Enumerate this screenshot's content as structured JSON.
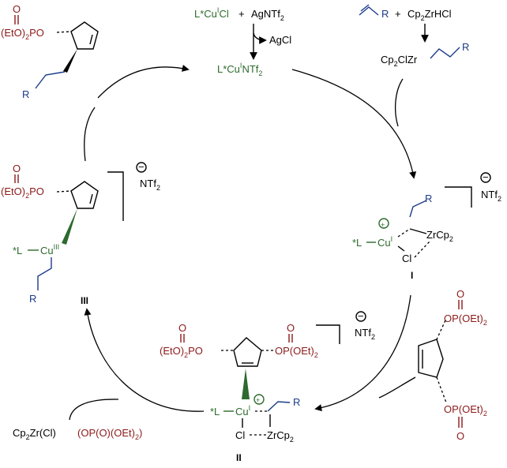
{
  "reagents": {
    "cu_catalyst_prefix": "L*Cu",
    "cu_catalyst_ox": "I",
    "cu_catalyst_suffix": "Cl",
    "plus": "+",
    "silver_salt": "AgNTf",
    "silver_salt_sub": "2",
    "byproduct": "AgCl",
    "active_catalyst_prefix": "L*Cu",
    "active_catalyst_ox": "I",
    "active_catalyst_suffix": "NTf",
    "active_catalyst_sub": "2"
  },
  "hydrozirconation": {
    "alkene_r": "R",
    "plus": "+",
    "schwartz": "Cp",
    "schwartz_sub": "2",
    "schwartz_suffix": "ZrHCl",
    "alkylzirconium_prefix": "Cp",
    "alkylzirconium_sub": "2",
    "alkylzirconium_suffix": "ClZr",
    "alkylzirconium_r": "R"
  },
  "product": {
    "phosphate": "(EtO)",
    "phosphate_sub": "2",
    "phosphate_po": "PO",
    "oxo": "O",
    "r": "R"
  },
  "intermediate_III": {
    "label": "III",
    "phosphate": "(EtO)",
    "phosphate_sub": "2",
    "phosphate_po": "PO",
    "oxo": "O",
    "ligand": "*L",
    "cu": "Cu",
    "cu_ox": "III",
    "r": "R",
    "counterion": "NTf",
    "counterion_sub": "2",
    "charge": "−"
  },
  "intermediate_I": {
    "label": "I",
    "ligand": "*L",
    "cu": "Cu",
    "cu_ox": "I",
    "zr": "ZrCp",
    "zr_sub": "2",
    "cl": "Cl",
    "r": "R",
    "counterion": "NTf",
    "counterion_sub": "2",
    "charge_minus": "−",
    "charge_plus": "+"
  },
  "intermediate_II": {
    "label": "II",
    "ligand": "*L",
    "cu": "Cu",
    "cu_ox": "I",
    "zr": "ZrCp",
    "zr_sub": "2",
    "cl": "Cl",
    "r": "R",
    "left_phosphate": "(EtO)",
    "left_phosphate_sub": "2",
    "left_phosphate_po": "PO",
    "right_phosphate": "OP(OEt)",
    "right_phosphate_sub": "2",
    "oxo": "O",
    "counterion": "NTf",
    "counterion_sub": "2",
    "charge_minus": "−",
    "charge_plus": "+"
  },
  "substrate": {
    "top_phosphate": "OP(OEt)",
    "top_phosphate_sub": "2",
    "bottom_phosphate": "OP(OEt)",
    "bottom_phosphate_sub": "2",
    "oxo": "O"
  },
  "byproduct_zr": {
    "prefix": "Cp",
    "prefix_sub": "2",
    "zr_cl": "Zr(Cl)",
    "phosphate": "(OP(O)(OEt)",
    "phosphate_sub": "2",
    "close": ")"
  },
  "colors": {
    "phosphate": "#8b1a1a",
    "alkyl": "#1c3b8a",
    "copper": "#2d6a2d"
  }
}
